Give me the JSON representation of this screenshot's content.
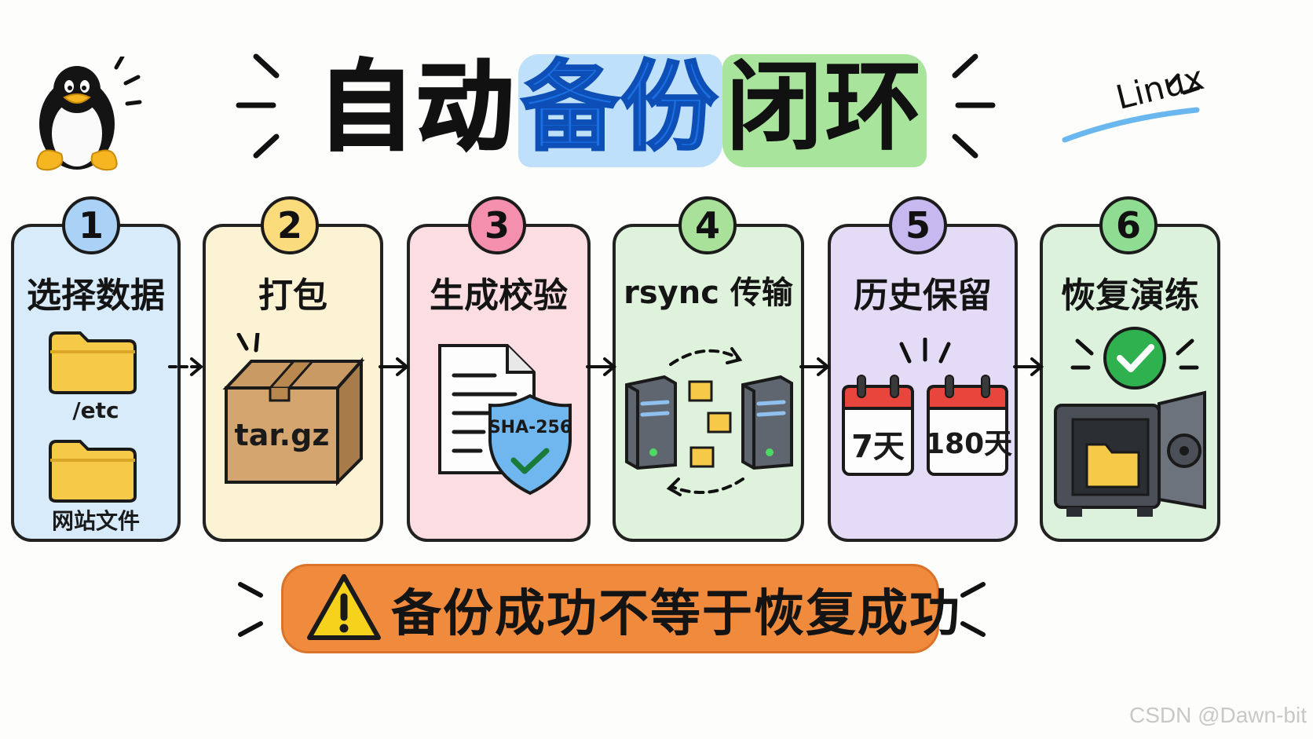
{
  "title": {
    "part1": "自动",
    "part2": "备份",
    "part3": "闭环"
  },
  "tag": "Linux",
  "steps": [
    {
      "number": "1",
      "label": "选择数据",
      "items": [
        "/etc",
        "网站文件"
      ],
      "color": "#d7ebfb"
    },
    {
      "number": "2",
      "label": "打包",
      "box_text": "tar.gz",
      "color": "#fcf3d4"
    },
    {
      "number": "3",
      "label": "生成校验",
      "shield_text": "SHA-256",
      "color": "#fbdde2"
    },
    {
      "number": "4",
      "label": "rsync 传输",
      "color": "#dff3dc"
    },
    {
      "number": "5",
      "label": "历史保留",
      "calendars": [
        "7天",
        "180天"
      ],
      "color": "#e4dcf6"
    },
    {
      "number": "6",
      "label": "恢复演练",
      "color": "#dcf2dc"
    }
  ],
  "badge_colors": [
    "#aad2f7",
    "#fbdc7d",
    "#f58fae",
    "#a9e09a",
    "#c7b8ef",
    "#8fdc93"
  ],
  "banner": {
    "text": "备份成功不等于恢复成功",
    "color": "#f08a3c"
  },
  "watermark": "CSDN @Dawn-bit",
  "icons": [
    "penguin-icon",
    "folder-icon",
    "box-icon",
    "document-icon",
    "shield-icon",
    "server-icon",
    "calendar-icon",
    "checkmark-icon",
    "safe-icon",
    "warning-icon",
    "arrow-icon"
  ]
}
